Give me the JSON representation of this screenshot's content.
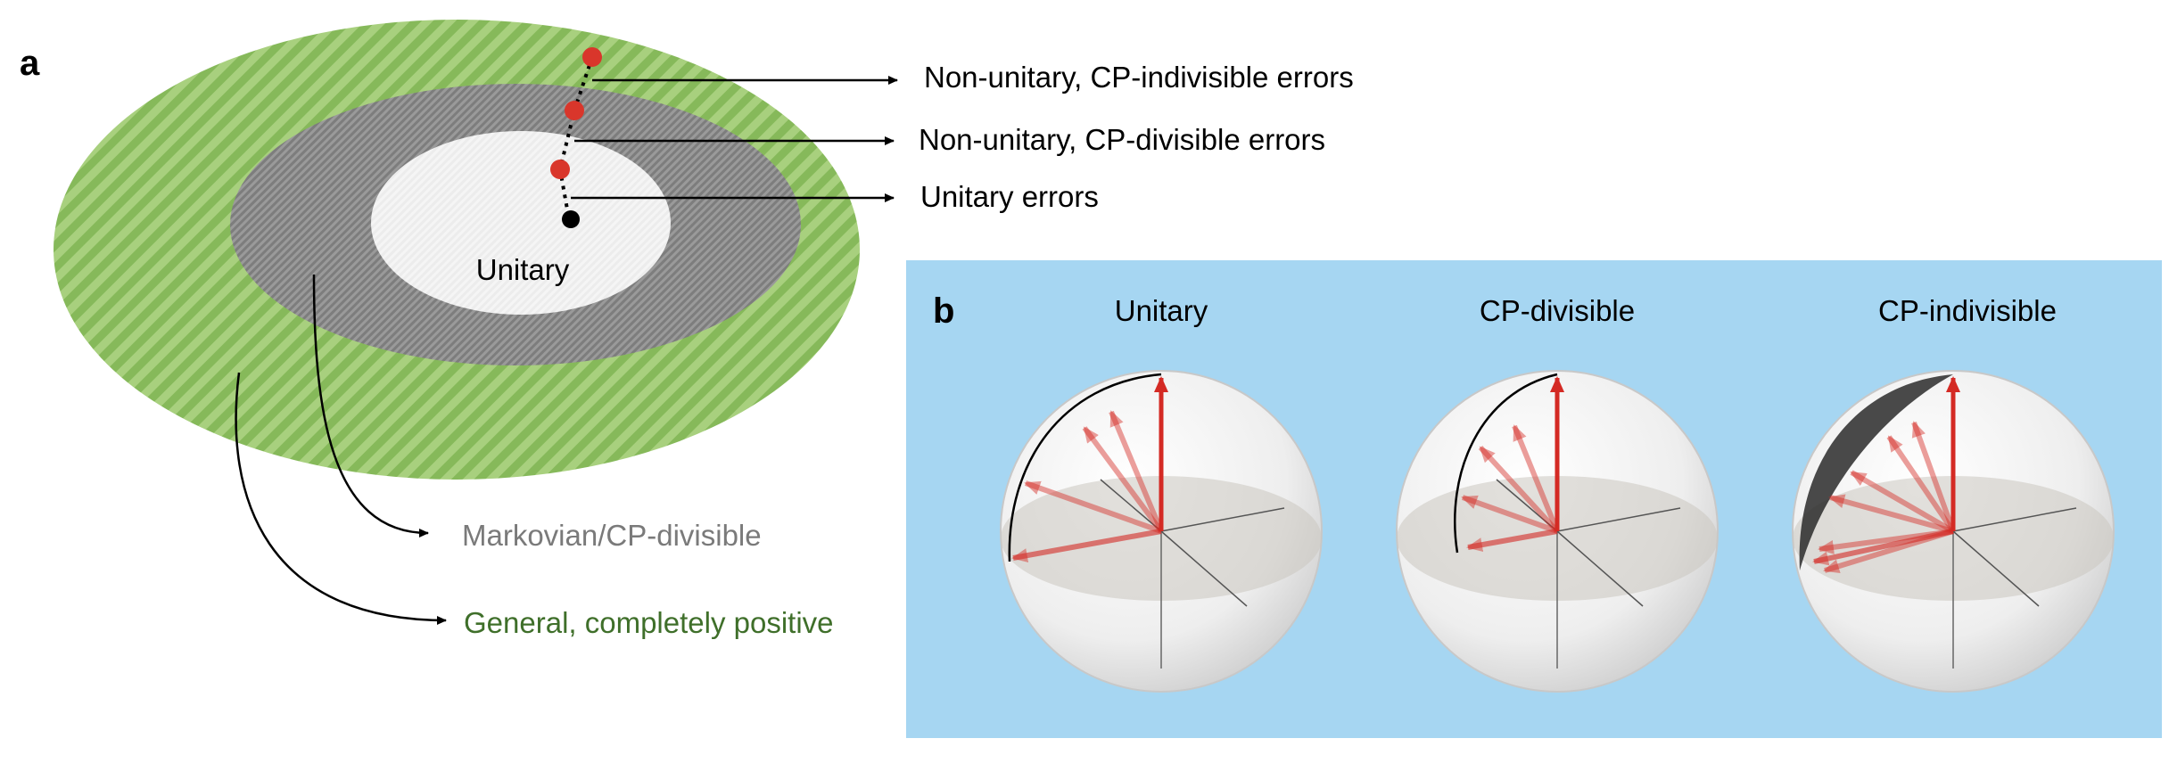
{
  "panel_a": {
    "letter": "a",
    "center_label": "Unitary",
    "callouts": [
      "Non-unitary, CP-indivisible errors",
      "Non-unitary, CP-divisible errors",
      "Unitary errors"
    ],
    "region_labels": [
      {
        "text": "Markovian/CP-divisible",
        "color": "#7a7a7a"
      },
      {
        "text": "General, completely positive",
        "color": "#3f6f2a"
      }
    ],
    "colors": {
      "outer": "#97c46c",
      "middle": "#8c8c8c",
      "inner": "#f2f2f2",
      "points": "#d9362b"
    }
  },
  "panel_b": {
    "letter": "b",
    "background": "#a6d6f2",
    "spheres": [
      {
        "title": "Unitary"
      },
      {
        "title": "CP-divisible"
      },
      {
        "title": "CP-indivisible"
      }
    ],
    "arrow_color": "#d42a24"
  }
}
